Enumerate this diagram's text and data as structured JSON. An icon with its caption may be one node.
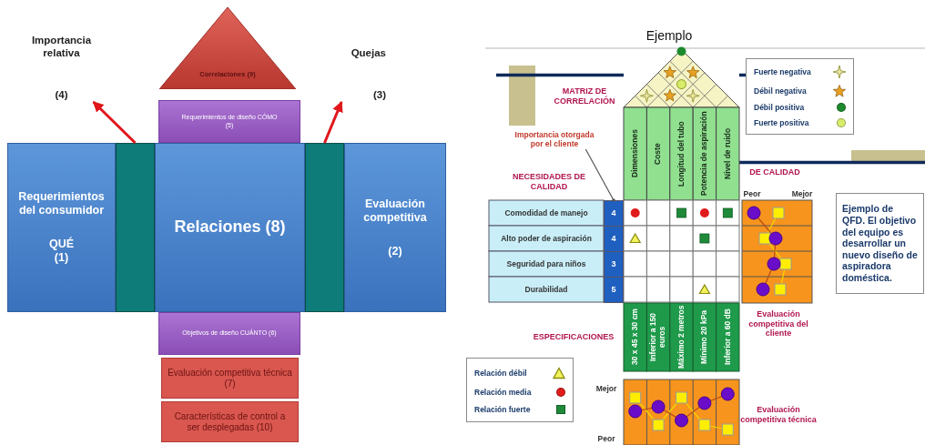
{
  "diagram": {
    "title": "Ejemplo",
    "nodes": [
      {
        "text": [
          "Importancia relativa",
          "(4)"
        ]
      },
      {
        "text": [
          "Correlaciones (9)"
        ]
      },
      {
        "text": [
          "Quejas",
          "(3)"
        ]
      },
      {
        "text": [
          "Requerimientos de diseño CÓMO (5)"
        ]
      },
      {
        "text": [
          "Requerimientos del consumidor",
          "QUÉ (1)"
        ]
      },
      {
        "text": [],
        "shape": "bar"
      },
      {
        "text": [
          "Relaciones (8)"
        ]
      },
      {
        "text": [],
        "shape": "bar"
      },
      {
        "text": [
          "Evaluación competitiva",
          "(2)"
        ]
      },
      {
        "text": [
          "Objetivos de diseño CUÁNTO (6)"
        ]
      },
      {
        "text": [
          "Evaluación competitiva técnica (7)"
        ]
      },
      {
        "text": [
          "Características de control a ser desplegadas (10)"
        ]
      },
      {
        "text": [
          "Importancia otorgada por el cliente"
        ]
      },
      {
        "text": [
          "Ejemplo de QFD. El objetivo del equipo es desarrollar un nuevo diseño de aspiradora doméstica."
        ]
      },
      {
        "text": [],
        "shape": "bar"
      }
    ],
    "edges": [
      {
        "from": 5,
        "to": 0,
        "arrow": "to"
      },
      {
        "from": 7,
        "to": 2,
        "arrow": "to"
      },
      {
        "from": 12,
        "to": 14,
        "arrow": "other",
        "color": "#555555"
      }
    ],
    "labels": [
      "MATRIZ DE CORRELACIÓN",
      "Dimensiones",
      "Coste",
      "Longitud del tubo",
      "Potencia de aspiración",
      "Nivel de ruido",
      "NECESIDADES DE CALIDAD",
      "DE CALIDAD",
      "Peor",
      "Mejor",
      "Comodidad de manejo",
      "4",
      "Alto poder de aspiración",
      "4",
      "Seguridad para niños",
      "3",
      "Durabilidad",
      "5",
      "ESPECIFICACIONES",
      "30 x 45 x 30 cm",
      "Inferior a 150 euros",
      "Máximo 2 metros",
      "Mínimo 20 kPa",
      "Inferior a 60 dB",
      "Evaluación competitiva del cliente",
      "Mejor",
      "Evaluación competitiva técnica",
      "Peor"
    ],
    "legend": [
      {
        "text": "Fuerte negativa"
      },
      {
        "text": "Débil negativa"
      },
      {
        "text": "Débil positiva",
        "color": "#1e8a2e"
      },
      {
        "text": "Fuerte positiva",
        "color": "#d8ec6a"
      },
      {
        "text": "Relación débil"
      },
      {
        "text": "Relación media",
        "color": "#e01b1b"
      },
      {
        "text": "Relación fuerte",
        "color": "#1e8a3a"
      }
    ]
  }
}
